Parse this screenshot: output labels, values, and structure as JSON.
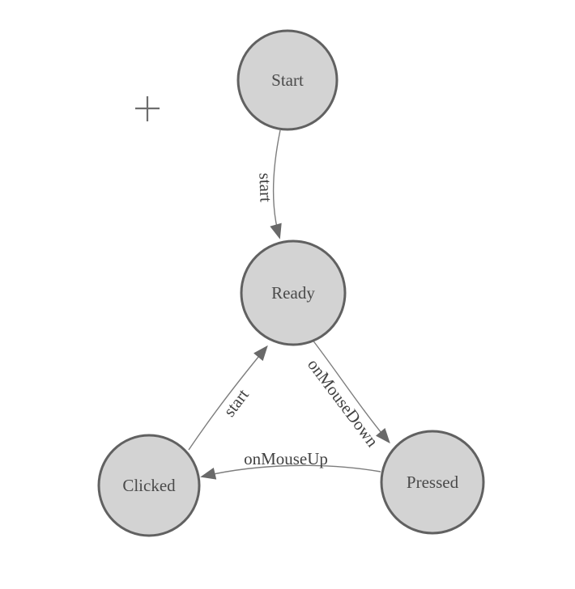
{
  "diagram": {
    "type": "state-machine",
    "colors": {
      "background": "#ffffff",
      "node_fill": "#d3d3d3",
      "node_border": "#616161",
      "node_text": "#4a4a4a",
      "edge_line": "#7d7d7d",
      "arrowhead": "#696969",
      "edge_text": "#424242",
      "cursor": "#6e6e6e"
    },
    "nodes": [
      {
        "id": "start",
        "label": "Start"
      },
      {
        "id": "ready",
        "label": "Ready"
      },
      {
        "id": "clicked",
        "label": "Clicked"
      },
      {
        "id": "pressed",
        "label": "Pressed"
      }
    ],
    "edges": [
      {
        "from": "start",
        "to": "ready",
        "label": "start"
      },
      {
        "from": "clicked",
        "to": "ready",
        "label": "start"
      },
      {
        "from": "ready",
        "to": "pressed",
        "label": "onMouseDown"
      },
      {
        "from": "pressed",
        "to": "clicked",
        "label": "onMouseUp"
      }
    ],
    "cursor": {
      "icon": "plus"
    }
  }
}
